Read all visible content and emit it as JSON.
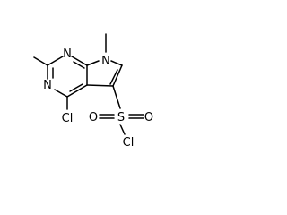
{
  "molecule": {
    "atoms": {
      "n1": "N",
      "n3": "N",
      "n7": "N",
      "cl4": "Cl",
      "s": "S",
      "o_left": "O",
      "o_right": "O",
      "cl_s": "Cl"
    }
  },
  "colors": {
    "bond": "#000000",
    "label": "#000000",
    "background": "#ffffff"
  }
}
